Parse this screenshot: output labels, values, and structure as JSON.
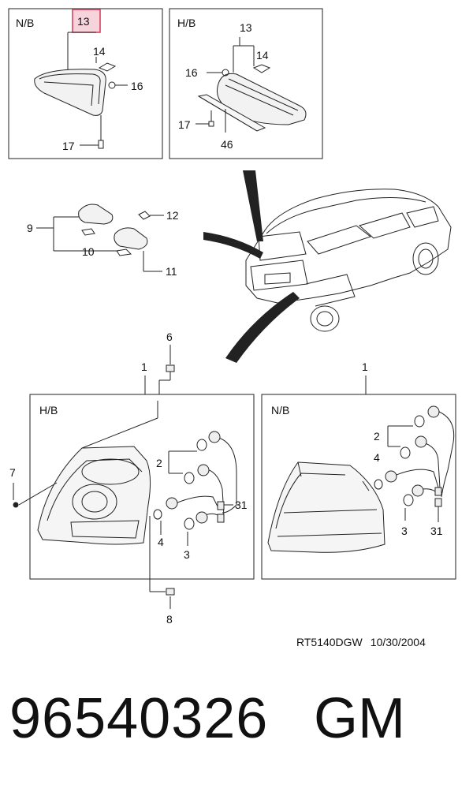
{
  "panels": {
    "top_left": "N/B",
    "top_right": "H/B",
    "bottom_left": "H/B",
    "bottom_right": "N/B"
  },
  "labels": {
    "p13_highlight": "13",
    "p13b": "13",
    "p14a": "14",
    "p14b": "14",
    "p16a": "16",
    "p16b": "16",
    "p17a": "17",
    "p17b": "17",
    "p46": "46",
    "p9": "9",
    "p10": "10",
    "p11": "11",
    "p12": "12",
    "p6": "6",
    "p1a": "1",
    "p1b": "1",
    "p7": "7",
    "p2a": "2",
    "p2b": "2",
    "p31a": "31",
    "p31b": "31",
    "p4a": "4",
    "p4b": "4",
    "p3a": "3",
    "p3b": "3",
    "p8": "8"
  },
  "reference": {
    "code": "RT5140DGW",
    "date": "10/30/2004"
  },
  "part_number": "96540326",
  "brand": "GM",
  "colors": {
    "highlight_fill": "#f7d3dc",
    "highlight_stroke": "#d23a5a",
    "line": "#222222"
  }
}
